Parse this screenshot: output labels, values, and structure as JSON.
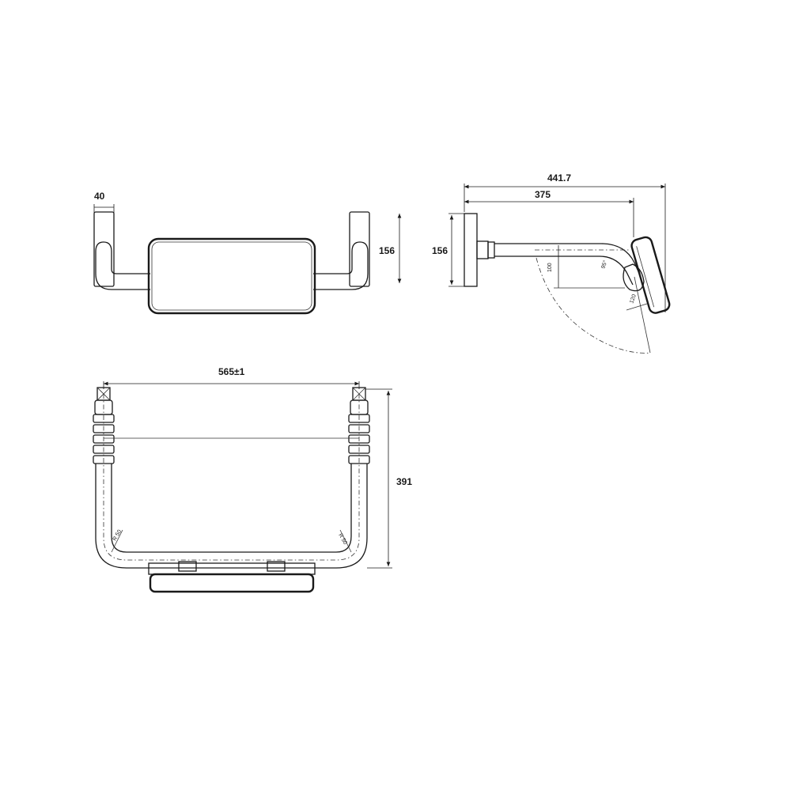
{
  "dimensions": {
    "front_tube_width": "40",
    "front_height": "156",
    "side_total_depth": "441.7",
    "side_arm_depth": "375",
    "side_height": "156",
    "top_width": "565±1",
    "top_depth": "391"
  },
  "small_labels": {
    "side_vertical_100": "100",
    "side_angle": "95°",
    "side_pad_120": "120",
    "top_left_radius": "R 50",
    "top_right_radius": "R 50"
  }
}
